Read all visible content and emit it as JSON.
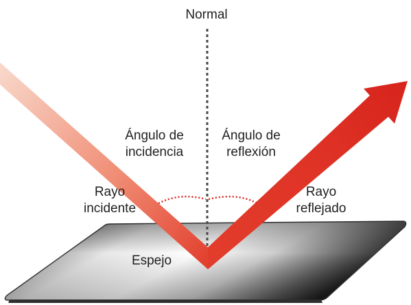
{
  "labels": {
    "normal": "Normal",
    "incidence_angle": [
      "Ángulo de",
      "incidencia"
    ],
    "reflection_angle": [
      "Ángulo de",
      "reflexión"
    ],
    "incident_ray": [
      "Rayo",
      "incidente"
    ],
    "reflected_ray": [
      "Rayo",
      "reflejado"
    ],
    "mirror": "Espejo"
  },
  "colors": {
    "ray_light": "#f6c9b8",
    "ray_mid": "#ee6a55",
    "ray_dark": "#d9271f",
    "normal_line": "#4a4a4a",
    "angle_arc": "#d9271f",
    "mirror_dark": "#2a2a2a",
    "mirror_light": "#f4f4f4",
    "text": "#1f1f1f"
  }
}
